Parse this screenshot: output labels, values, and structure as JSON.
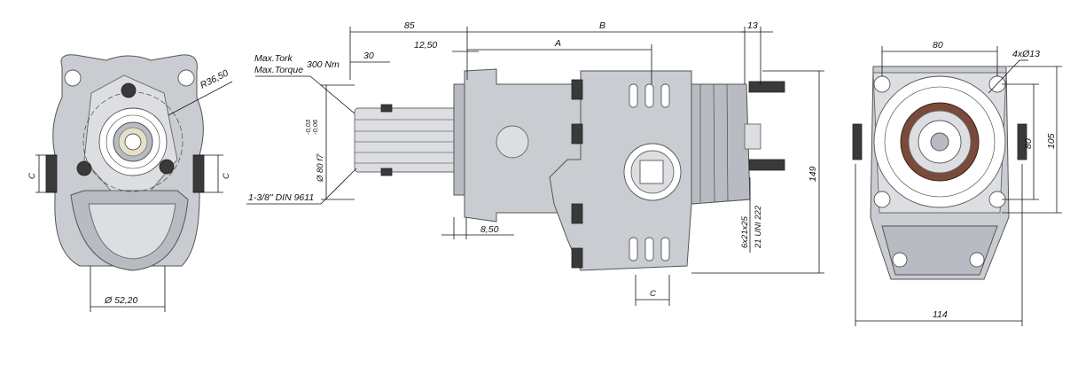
{
  "dimensions": {
    "left": {
      "radius": "R36,50",
      "bore": "Ø 52,20",
      "c_left": "C",
      "c_right": "C"
    },
    "side": {
      "shaft_length": "85",
      "spline_length": "30",
      "flange_offset": "12,50",
      "dim_a": "A",
      "dim_b": "B",
      "end_offset": "13",
      "max_tork": "Max.Tork",
      "max_torque": "Max.Torque",
      "torque_value": "300 Nm",
      "tol_upper": "-0,03",
      "tol_lower": "-0,06",
      "shaft_dia": "Ø 80 f7",
      "spline_spec": "1-3/8\" DIN 9611",
      "flange_thickness": "8,50",
      "port_c": "C",
      "port_spec_1": "6x21x25",
      "port_spec_2": "21 UNI 222",
      "height": "149"
    },
    "right": {
      "hole_spacing_h": "80",
      "holes": "4xØ13",
      "hole_spacing_v": "80",
      "overall_v": "105",
      "width": "114"
    }
  }
}
